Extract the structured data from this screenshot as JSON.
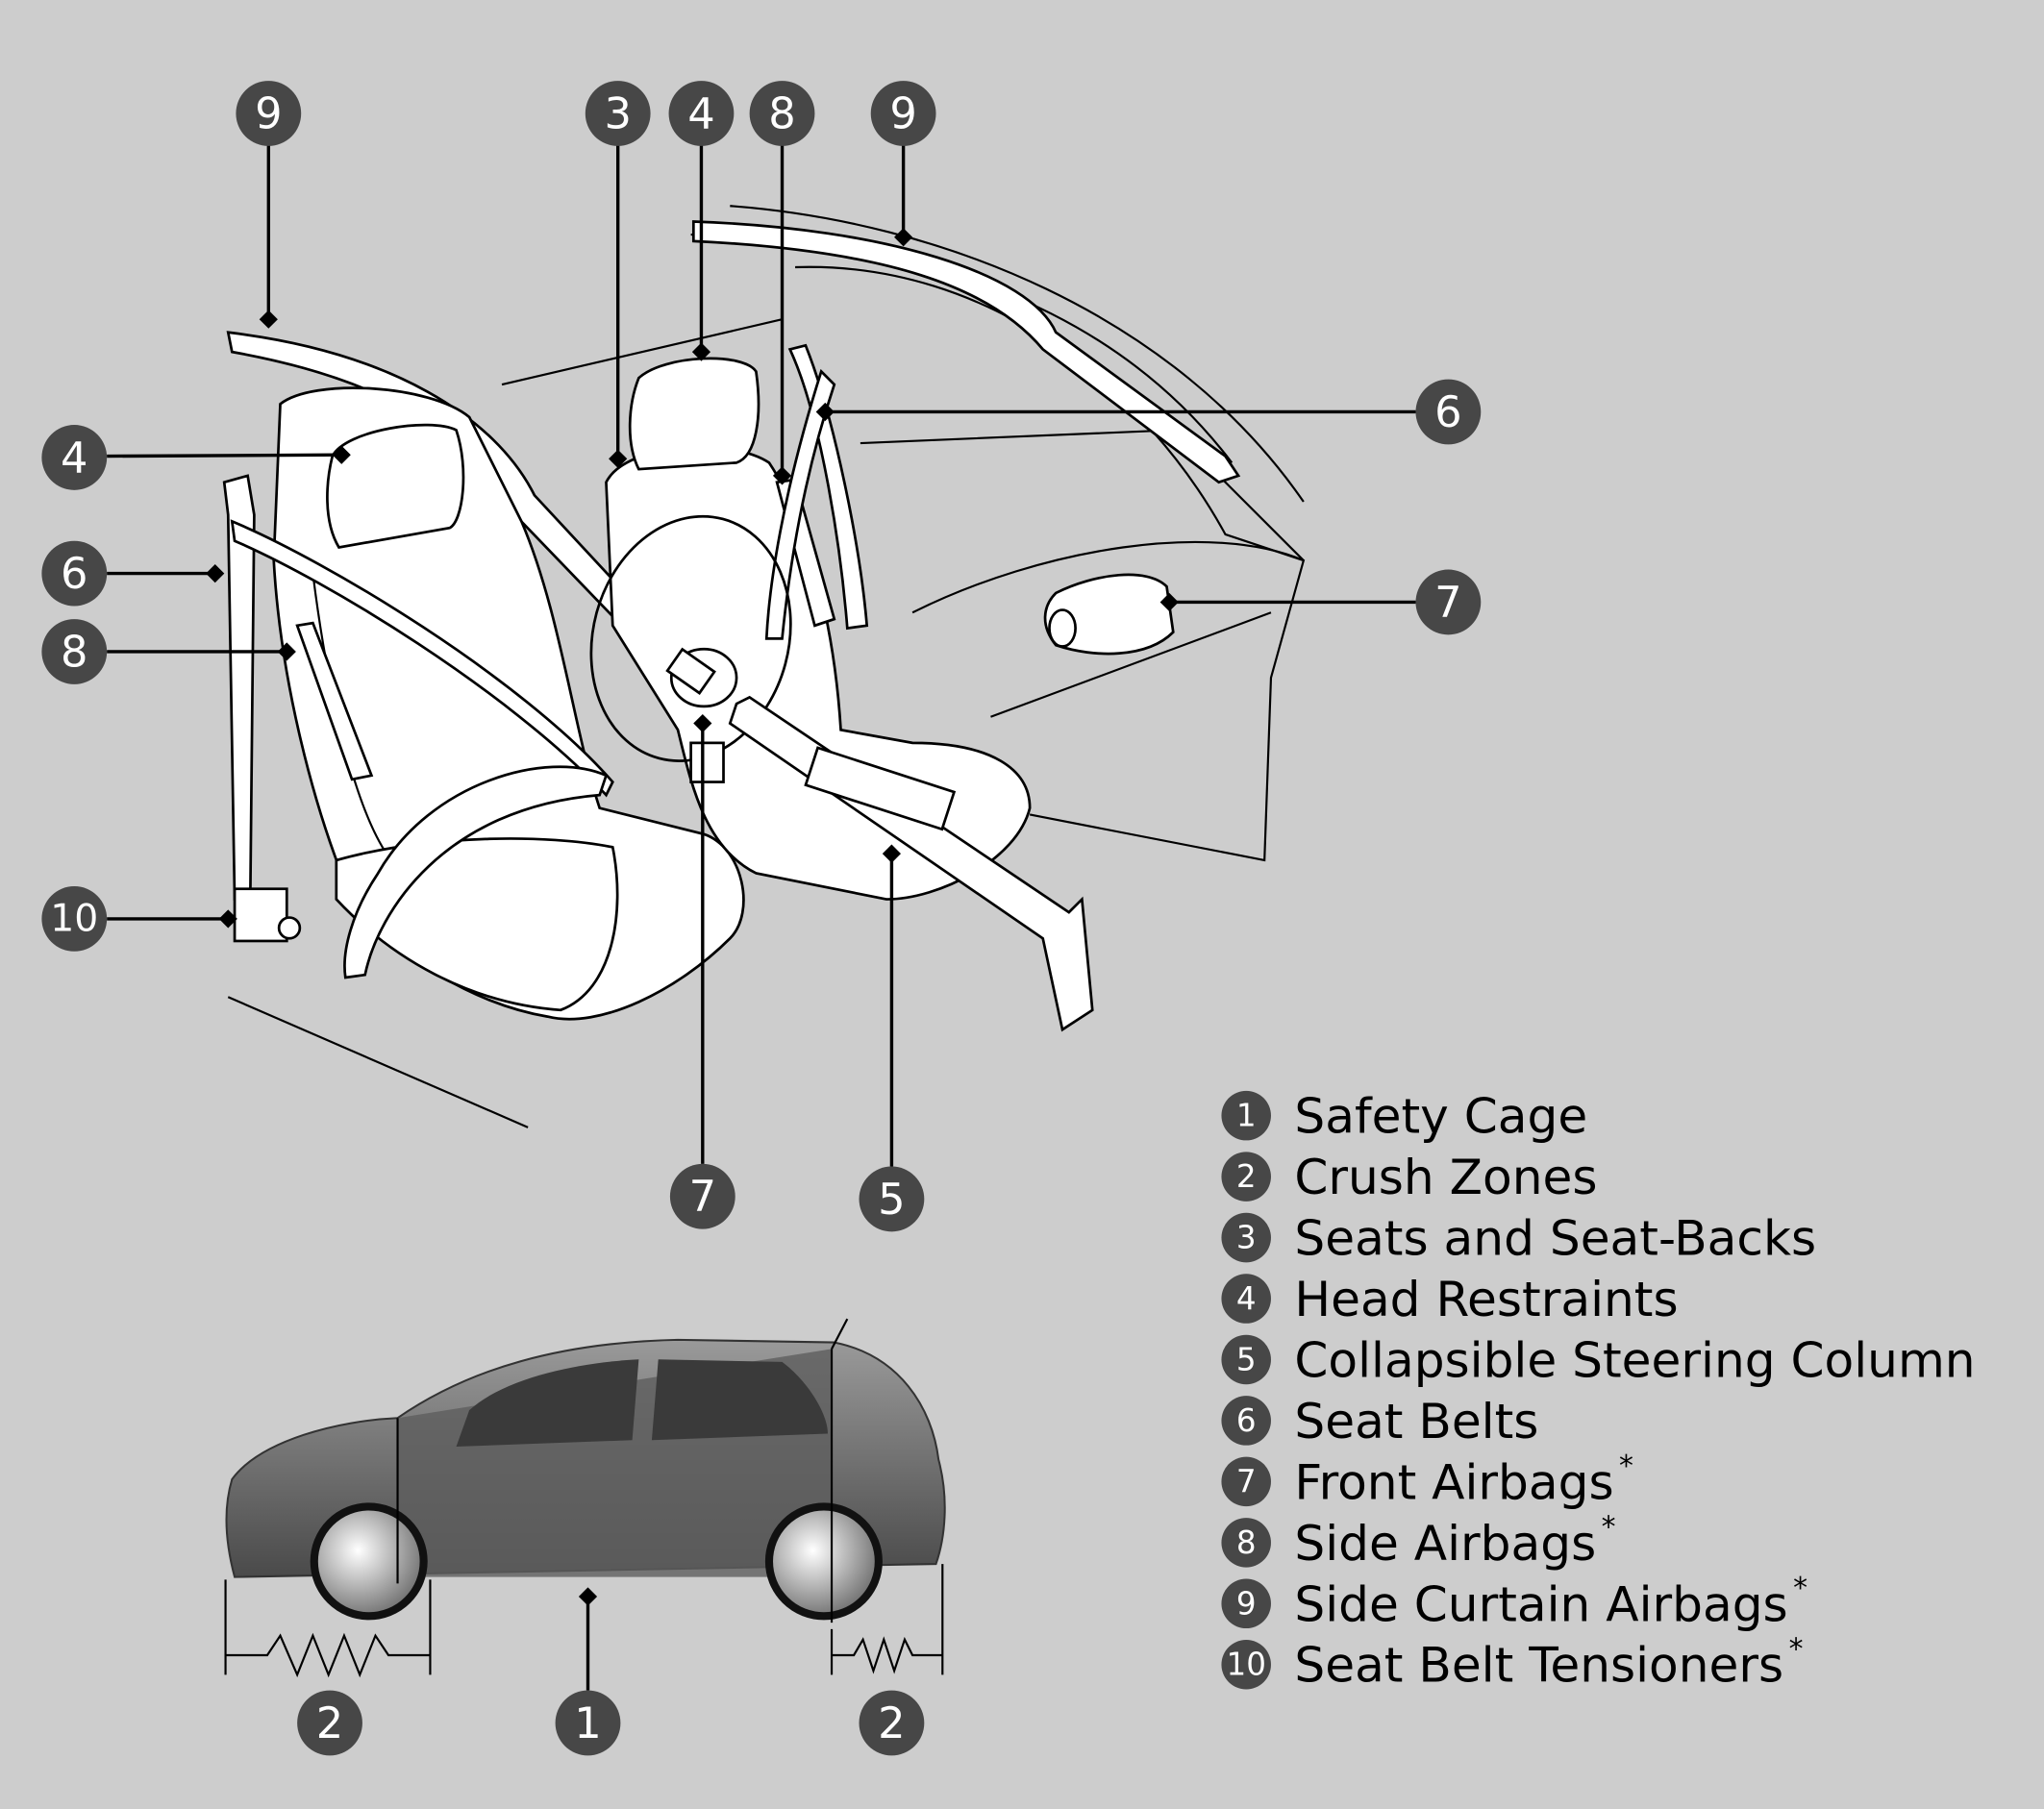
{
  "callouts": {
    "top_left_9": "9",
    "top_3": "3",
    "top_4": "4",
    "top_8": "8",
    "top_right_9": "9",
    "right_6": "6",
    "left_4": "4",
    "left_6": "6",
    "left_8": "8",
    "left_10": "10",
    "right_7": "7",
    "bottom_7": "7",
    "bottom_5": "5",
    "car_front_2": "2",
    "car_cage_1": "1",
    "car_rear_2": "2"
  },
  "legend": [
    {
      "num": "1",
      "label": "Safety Cage",
      "asterisk": ""
    },
    {
      "num": "2",
      "label": "Crush Zones",
      "asterisk": ""
    },
    {
      "num": "3",
      "label": "Seats and Seat-Backs",
      "asterisk": ""
    },
    {
      "num": "4",
      "label": "Head Restraints",
      "asterisk": ""
    },
    {
      "num": "5",
      "label": "Collapsible Steering Column",
      "asterisk": ""
    },
    {
      "num": "6",
      "label": "Seat Belts",
      "asterisk": ""
    },
    {
      "num": "7",
      "label": "Front Airbags",
      "asterisk": "*"
    },
    {
      "num": "8",
      "label": "Side Airbags",
      "asterisk": "*"
    },
    {
      "num": "9",
      "label": "Side Curtain Airbags",
      "asterisk": "*"
    },
    {
      "num": "10",
      "label": "Seat Belt Tensioners",
      "asterisk": "*"
    }
  ],
  "colors": {
    "background": "#cdcdcd",
    "callout": "#474747",
    "car_body": "#6a6a6a"
  }
}
